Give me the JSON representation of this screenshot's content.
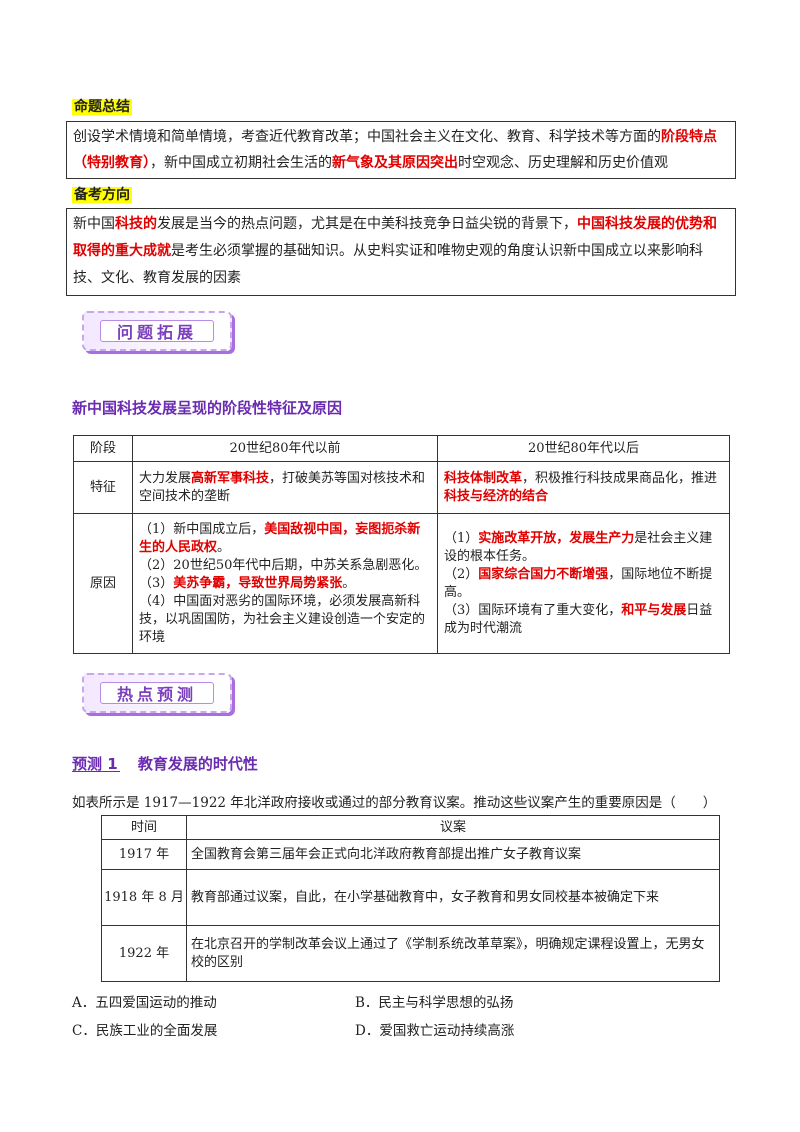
{
  "summary": {
    "title": "命题总结",
    "segments": [
      {
        "text": "创设学术情境和简单情境，考查近代教育改革；中国社会主义在文化、教育、科学技术等方面的",
        "red": false
      },
      {
        "text": "阶段特点（特别教育）",
        "red": true
      },
      {
        "text": "，新中国成立初期社会生活的",
        "red": false
      },
      {
        "text": "新气象及其原因突出",
        "red": true
      },
      {
        "text": "时空观念、历史理解和历史价值观",
        "red": false
      }
    ]
  },
  "direction": {
    "title": "备考方向",
    "segments": [
      {
        "text": "新中国",
        "red": false
      },
      {
        "text": "科技的",
        "red": true
      },
      {
        "text": "发展是当今的热点问题，尤其是在中美科技竞争日益尖锐的背景下，",
        "red": false
      },
      {
        "text": "中国科技发展的优势和取得的重大成就",
        "red": true
      },
      {
        "text": "是考生必须掌握的基础知识。从史料实证和唯物史观的角度认识新中国成立以来影响科技、文化、教育发展的因素",
        "red": false
      }
    ]
  },
  "banner1": "问题拓展",
  "section_title": "新中国科技发展呈现的阶段性特征及原因",
  "table1": {
    "headers": [
      "阶段",
      "20世纪80年代以前",
      "20世纪80年代以后"
    ],
    "row1_label": "特征",
    "row1_left": [
      {
        "text": "大力发展",
        "red": false
      },
      {
        "text": "高新军事科技",
        "red": true
      },
      {
        "text": "，打破美苏等国对核技术和空间技术的垄断",
        "red": false
      }
    ],
    "row1_right": [
      {
        "text": "科技体制改革",
        "red": true
      },
      {
        "text": "，积极推行科技成果商品化，推进",
        "red": false
      },
      {
        "text": "科技与经济的结合",
        "red": true
      }
    ],
    "row2_label": "原因",
    "row2_left": [
      {
        "text": "（1）新中国成立后，",
        "red": false
      },
      {
        "text": "美国敌视中国，妄图扼杀新生的人民政权",
        "red": true
      },
      {
        "text": "。\n（2）20世纪50年代中后期，中苏关系急剧恶化。\n（3）",
        "red": false
      },
      {
        "text": "美苏争霸，导致世界局势紧张",
        "red": true
      },
      {
        "text": "。\n（4）中国面对恶劣的国际环境，必须发展高新科技，以巩固国防，为社会主义建设创造一个安定的环境",
        "red": false
      }
    ],
    "row2_right": [
      {
        "text": "（1）",
        "red": false
      },
      {
        "text": "实施改革开放，发展生产力",
        "red": true
      },
      {
        "text": "是社会主义建设的根本任务。\n（2）",
        "red": false
      },
      {
        "text": "国家综合国力不断增强",
        "red": true
      },
      {
        "text": "，国际地位不断提高。\n（3）国际环境有了重大变化，",
        "red": false
      },
      {
        "text": "和平与发展",
        "red": true
      },
      {
        "text": "日益成为时代潮流",
        "red": false
      }
    ]
  },
  "banner2": "热点预测",
  "prediction_title": "预测 1　 教育发展的时代性",
  "question": "如表所示是 1917—1922 年北洋政府接收或通过的部分教育议案。推动这些议案产生的重要原因是（　　）",
  "table2": {
    "headers": [
      "时间",
      "议案"
    ],
    "rows": [
      {
        "time": "1917 年",
        "text": "全国教育会第三届年会正式向北洋政府教育部提出推广女子教育议案"
      },
      {
        "time": "1918 年 8 月",
        "text": "教育部通过议案，自此，在小学基础教育中，女子教育和男女同校基本被确定下来"
      },
      {
        "time": "1922 年",
        "text": "在北京召开的学制改革会议上通过了《学制系统改革草案》，明确规定课程设置上，无男女校的区别"
      }
    ]
  },
  "options": {
    "a": "A．五四爱国运动的推动",
    "b": "B．民主与科学思想的弘扬",
    "c": "C．民族工业的全面发展",
    "d": "D．爱国救亡运动持续高涨"
  }
}
